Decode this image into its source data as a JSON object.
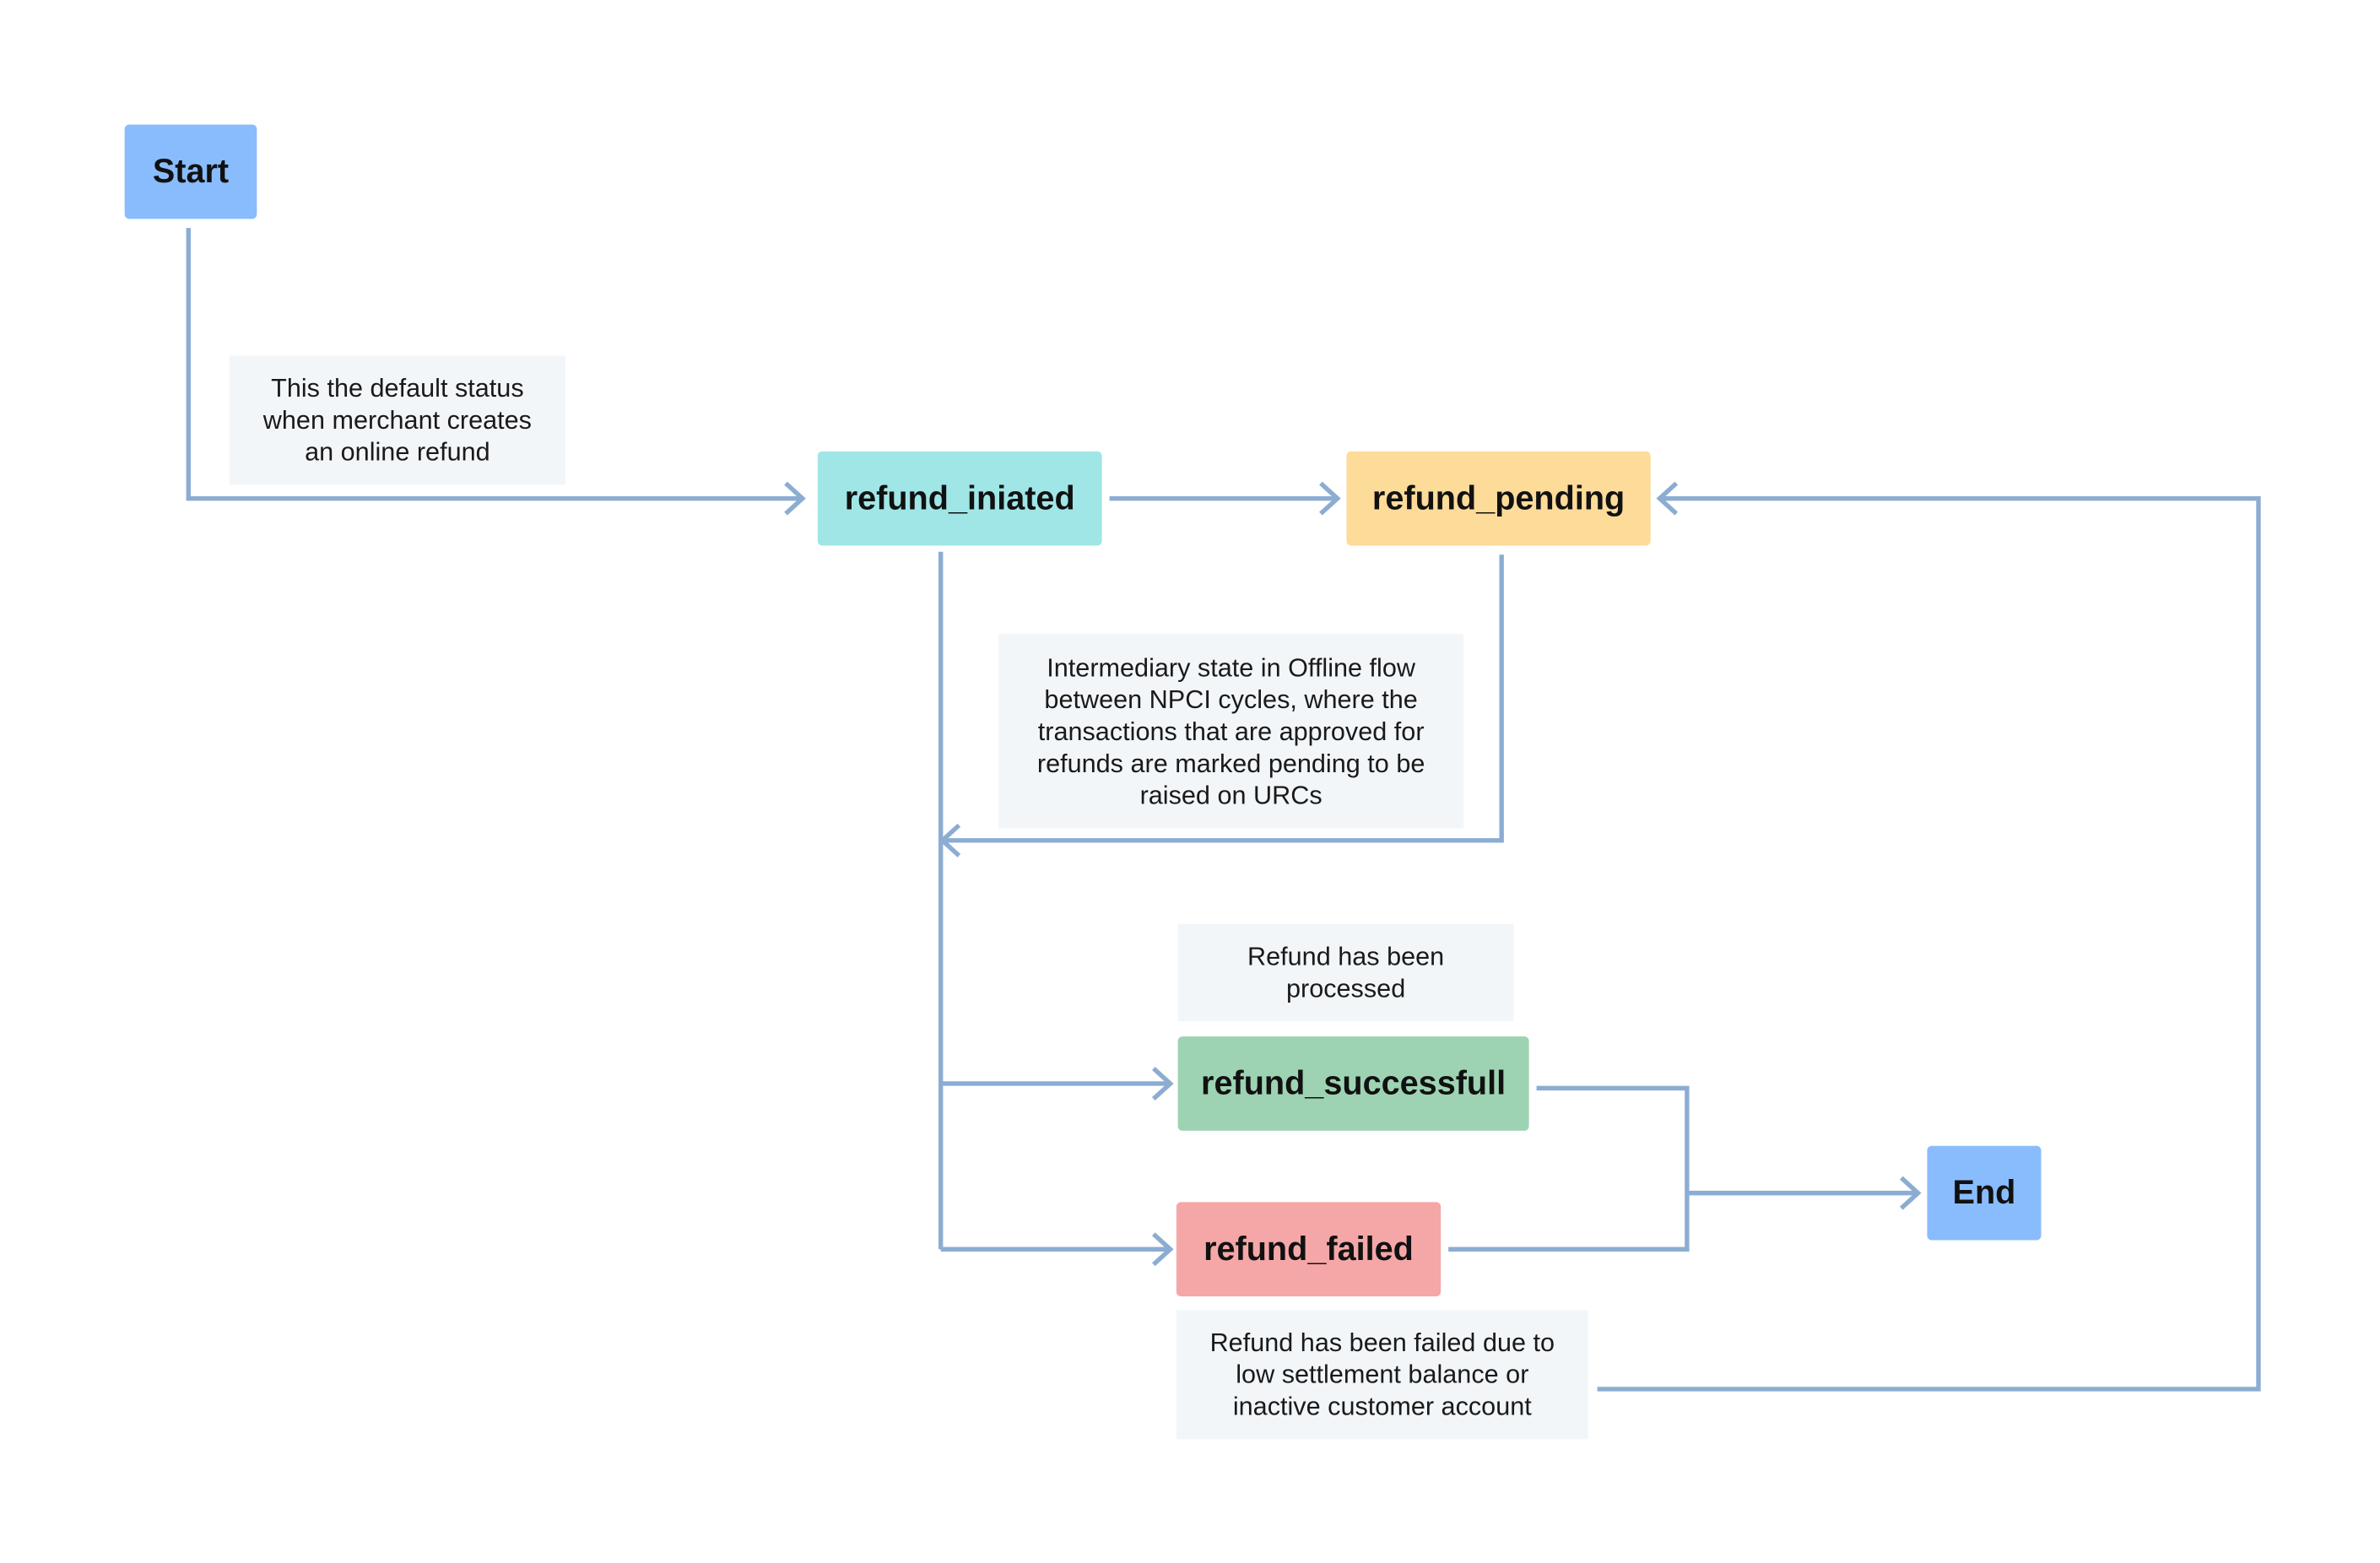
{
  "colors": {
    "start_end": "#89bcfc",
    "refund_initiated": "#a0e6e6",
    "refund_pending": "#fddb99",
    "refund_successful": "#9dd3b3",
    "refund_failed": "#f5a7a7",
    "note_background": "#f3f6f9",
    "connector": "#8cadd2"
  },
  "nodes": {
    "start": "Start",
    "refund_initiated": "refund_iniated",
    "refund_pending": "refund_pending",
    "refund_successful": "refund_successfull",
    "refund_failed": "refund_failed",
    "end": "End"
  },
  "notes": {
    "default_status": "This the default status\nwhen merchant creates\nan online refund",
    "intermediary_state": "Intermediary state in Offline flow\nbetween NPCI cycles, where the\ntransactions that are approved for\nrefunds are marked pending to be\nraised on URCs",
    "processed": "Refund has been\nprocessed",
    "failed_reason": "Refund has been failed due to\nlow settlement balance or\ninactive customer account"
  }
}
